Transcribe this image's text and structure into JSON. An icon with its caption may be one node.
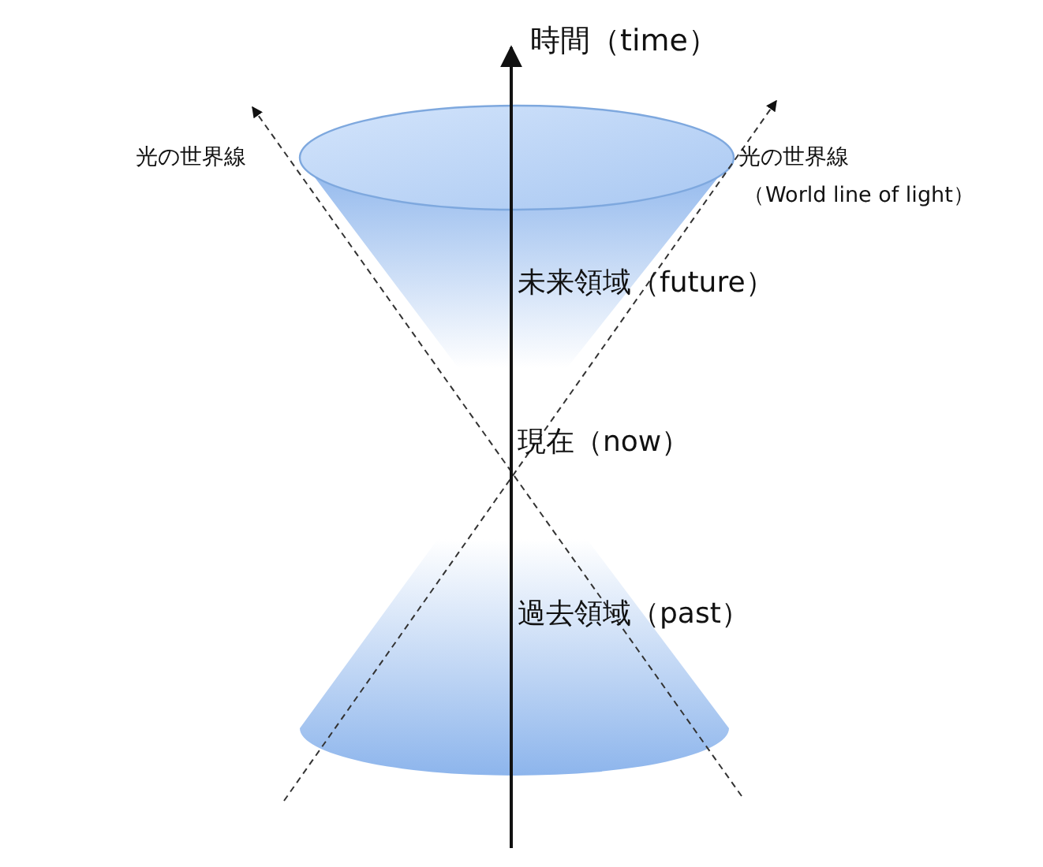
{
  "diagram": {
    "labels": [
      "時間（time）",
      "光の世界線",
      "光の世界線",
      "（World line of light）",
      "未来領域（future）",
      "現在（now）",
      "過去領域（past）"
    ]
  }
}
